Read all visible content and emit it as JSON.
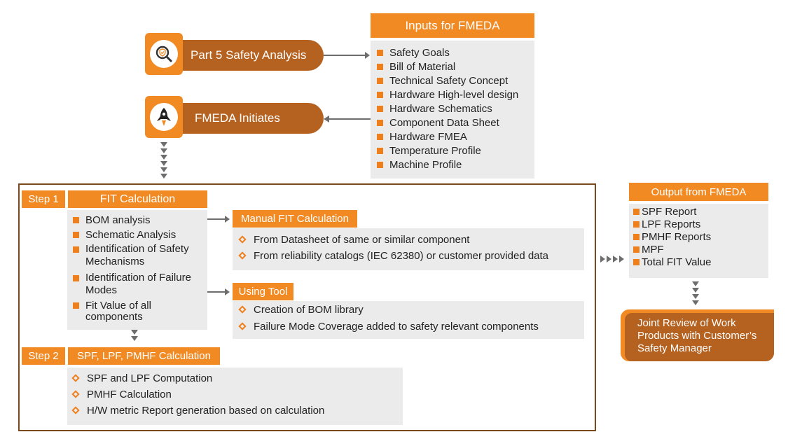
{
  "analysis": {
    "label": "Part 5 Safety Analysis",
    "icon": "shield-magnifier-icon"
  },
  "initiates": {
    "label": "FMEDA Initiates",
    "icon": "rocket-icon"
  },
  "inputs": {
    "title": "Inputs for FMEDA",
    "items": [
      "Safety Goals",
      "Bill of Material",
      "Technical Safety Concept",
      "Hardware High-level design",
      "Hardware Schematics",
      "Component Data Sheet",
      "Hardware FMEA",
      "Temperature Profile",
      "Machine Profile"
    ]
  },
  "step1": {
    "tag": "Step 1",
    "title": "FIT Calculation",
    "items": [
      "BOM analysis",
      "Schematic Analysis",
      "Identification of Safety Mechanisms",
      "Identification of Failure Modes",
      "Fit Value of all components"
    ]
  },
  "manual": {
    "title": "Manual FIT Calculation",
    "items": [
      "From Datasheet of same or similar component",
      "From reliability catalogs (IEC 62380) or customer provided data"
    ]
  },
  "tool": {
    "title": "Using Tool",
    "items": [
      "Creation of BOM library",
      "Failure Mode Coverage added to safety relevant components"
    ]
  },
  "step2": {
    "tag": "Step 2",
    "title": "SPF, LPF, PMHF Calculation",
    "items": [
      "SPF and LPF Computation",
      "PMHF Calculation",
      "H/W metric Report generation based on calculation"
    ]
  },
  "output": {
    "title": "Output from FMEDA",
    "items": [
      "SPF Report",
      "LPF Reports",
      "PMHF Reports",
      "MPF",
      "Total FIT Value"
    ]
  },
  "review": {
    "text": "Joint Review of Work Products with Customer’s Safety Manager"
  },
  "colors": {
    "orange": "#f28a24",
    "brown": "#b5611f",
    "grey_panel": "#ebebeb",
    "frame": "#7a4a1e"
  }
}
